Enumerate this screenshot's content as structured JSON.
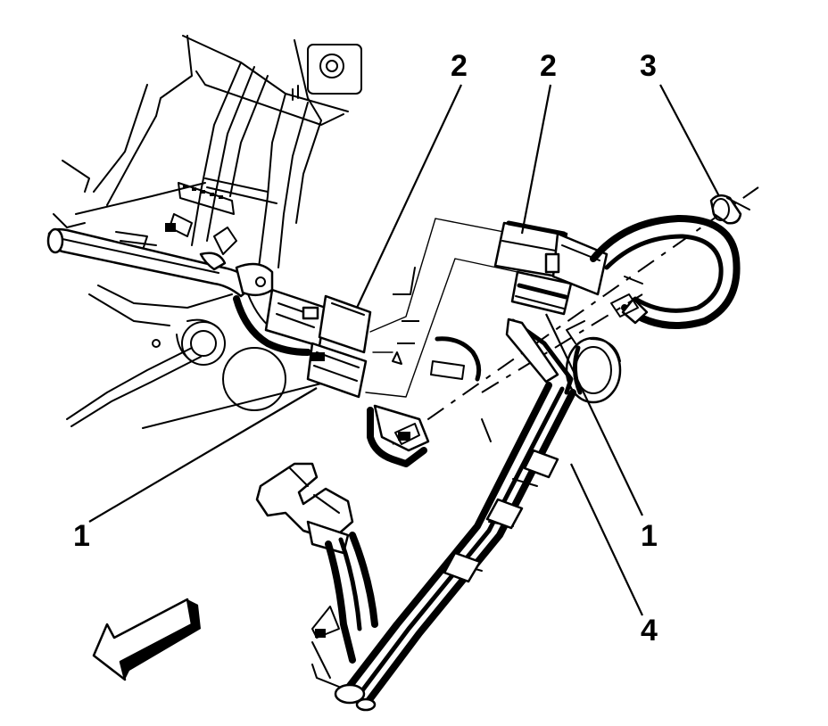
{
  "callouts": {
    "c1_left": "1",
    "c1_right": "1",
    "c2_left": "2",
    "c2_right": "2",
    "c3": "3",
    "c4": "4"
  }
}
